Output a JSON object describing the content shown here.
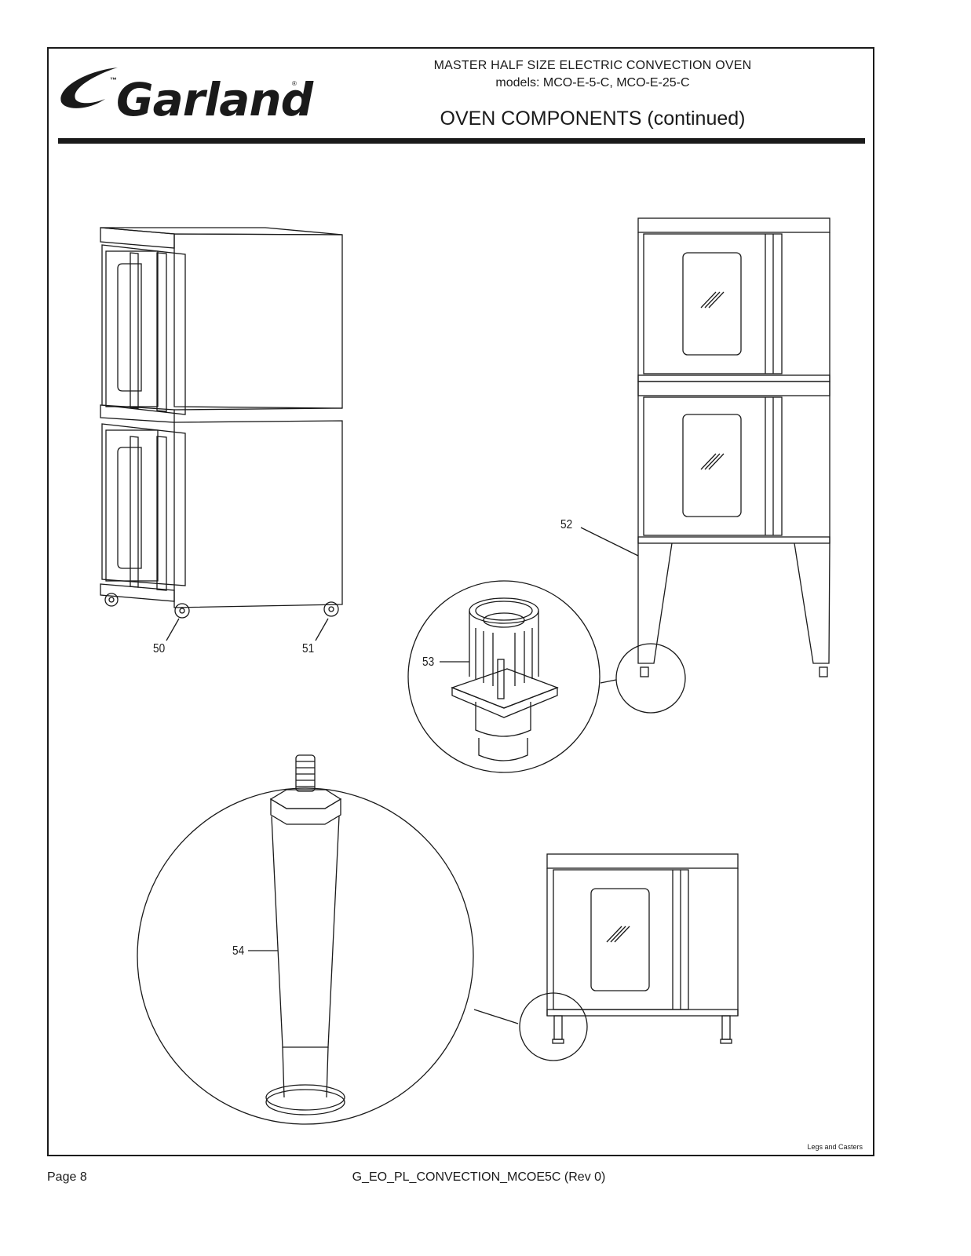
{
  "header": {
    "brand": "Garland",
    "product_line": "MASTER HALF SIZE ELECTRIC CONVECTION OVEN",
    "models": "models: MCO-E-5-C, MCO-E-25-C",
    "section_title": "OVEN COMPONENTS (continued)"
  },
  "callouts": {
    "c50": "50",
    "c51": "51",
    "c52": "52",
    "c53": "53",
    "c54": "54"
  },
  "section_tag": "Legs and Casters",
  "footer": {
    "page": "Page 8",
    "doc_id": "G_EO_PL_CONVECTION_MCOE5C (Rev 0)"
  }
}
